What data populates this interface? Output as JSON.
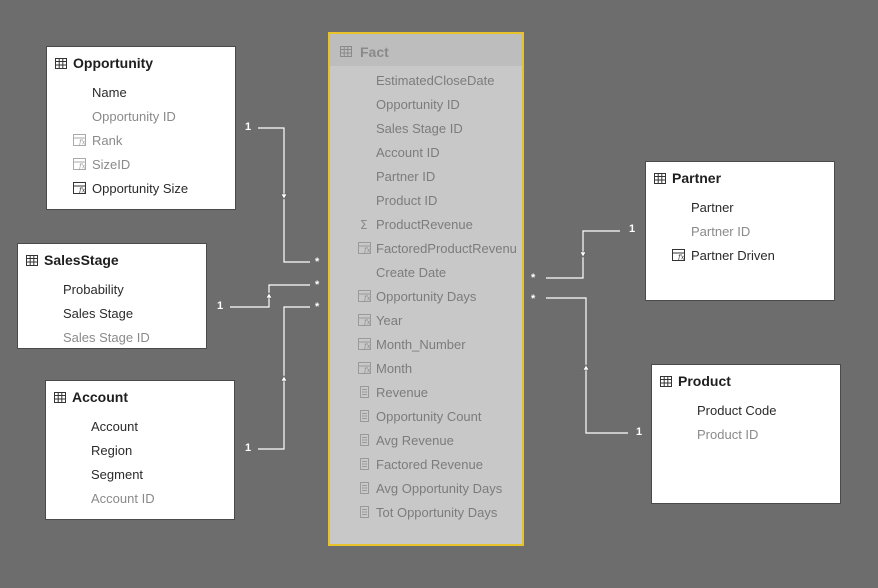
{
  "tables": {
    "opportunity": {
      "title": "Opportunity",
      "fields": [
        {
          "label": "Name",
          "icon": "none",
          "hidden": false
        },
        {
          "label": "Opportunity ID",
          "icon": "none",
          "hidden": true
        },
        {
          "label": "Rank",
          "icon": "calc-column-icon",
          "hidden": true
        },
        {
          "label": "SizeID",
          "icon": "calc-column-icon",
          "hidden": true
        },
        {
          "label": "Opportunity Size",
          "icon": "calc-column-icon",
          "hidden": false
        }
      ]
    },
    "salesstage": {
      "title": "SalesStage",
      "fields": [
        {
          "label": "Probability",
          "icon": "none",
          "hidden": false
        },
        {
          "label": "Sales Stage",
          "icon": "none",
          "hidden": false
        },
        {
          "label": "Sales Stage ID",
          "icon": "none",
          "hidden": true
        }
      ]
    },
    "account": {
      "title": "Account",
      "fields": [
        {
          "label": "Account",
          "icon": "none",
          "hidden": false
        },
        {
          "label": "Region",
          "icon": "none",
          "hidden": false
        },
        {
          "label": "Segment",
          "icon": "none",
          "hidden": false
        },
        {
          "label": "Account ID",
          "icon": "none",
          "hidden": true
        }
      ]
    },
    "partner": {
      "title": "Partner",
      "fields": [
        {
          "label": "Partner",
          "icon": "none",
          "hidden": false
        },
        {
          "label": "Partner ID",
          "icon": "none",
          "hidden": true
        },
        {
          "label": "Partner Driven",
          "icon": "calc-column-icon",
          "hidden": false
        }
      ]
    },
    "product": {
      "title": "Product",
      "fields": [
        {
          "label": "Product Code",
          "icon": "none",
          "hidden": false
        },
        {
          "label": "Product ID",
          "icon": "none",
          "hidden": true
        }
      ]
    },
    "fact": {
      "title": "Fact",
      "fields": [
        {
          "label": "EstimatedCloseDate",
          "icon": "none"
        },
        {
          "label": "Opportunity ID",
          "icon": "none"
        },
        {
          "label": "Sales Stage ID",
          "icon": "none"
        },
        {
          "label": "Account ID",
          "icon": "none"
        },
        {
          "label": "Partner ID",
          "icon": "none"
        },
        {
          "label": "Product ID",
          "icon": "none"
        },
        {
          "label": "ProductRevenue",
          "icon": "sigma-icon"
        },
        {
          "label": "FactoredProductRevenu",
          "icon": "calc-column-icon"
        },
        {
          "label": "Create Date",
          "icon": "none"
        },
        {
          "label": "Opportunity Days",
          "icon": "calc-column-icon"
        },
        {
          "label": "Year",
          "icon": "calc-column-icon"
        },
        {
          "label": "Month_Number",
          "icon": "calc-column-icon"
        },
        {
          "label": "Month",
          "icon": "calc-column-icon"
        },
        {
          "label": "Revenue",
          "icon": "measure-icon"
        },
        {
          "label": "Opportunity Count",
          "icon": "measure-icon"
        },
        {
          "label": "Avg Revenue",
          "icon": "measure-icon"
        },
        {
          "label": "Factored Revenue",
          "icon": "measure-icon"
        },
        {
          "label": "Avg Opportunity Days",
          "icon": "measure-icon"
        },
        {
          "label": "Tot Opportunity Days",
          "icon": "measure-icon"
        }
      ]
    }
  },
  "cardinality": {
    "one": "1",
    "many": "*"
  },
  "colors": {
    "canvas": "#6d6d6d",
    "selected_border": "#e8c22a",
    "line": "#ffffff"
  }
}
